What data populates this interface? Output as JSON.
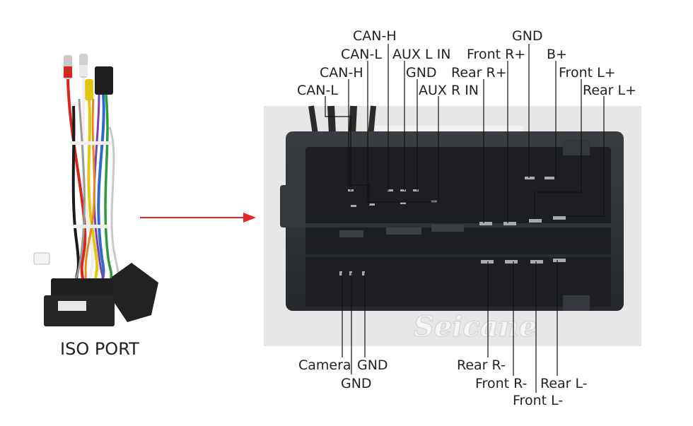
{
  "left_panel": {
    "title": "ISO PORT"
  },
  "colors": {
    "arrow": "#e8262a",
    "leader_line": "#111111",
    "connector_body": "#2c2f33",
    "photo_bg": "#e7e7e8"
  },
  "icons": {
    "harness": "wiring-harness-icon",
    "arrow": "right-arrow-icon",
    "connector": "iso-connector-icon",
    "watermark": "seicane-watermark"
  },
  "watermark_text": "Seicane",
  "pins_top": {
    "can_h_top": "CAN-H",
    "can_l_2": "CAN-L",
    "aux_l_in": "AUX L IN",
    "can_h_2": "CAN-H",
    "gnd_mid": "GND",
    "can_l_1": "CAN-L",
    "aux_r_in": "AUX R IN",
    "gnd_top": "GND",
    "front_r_plus": "Front R+",
    "b_plus": "B+",
    "rear_r_plus": "Rear R+",
    "front_l_plus": "Front L+",
    "rear_l_plus": "Rear L+"
  },
  "pins_bottom": {
    "camera": "Camera",
    "gnd_a": "GND",
    "gnd_b": "GND",
    "rear_r_minus": "Rear R-",
    "front_r_minus": "Front R-",
    "rear_l_minus": "Rear L-",
    "front_l_minus": "Front L-"
  }
}
